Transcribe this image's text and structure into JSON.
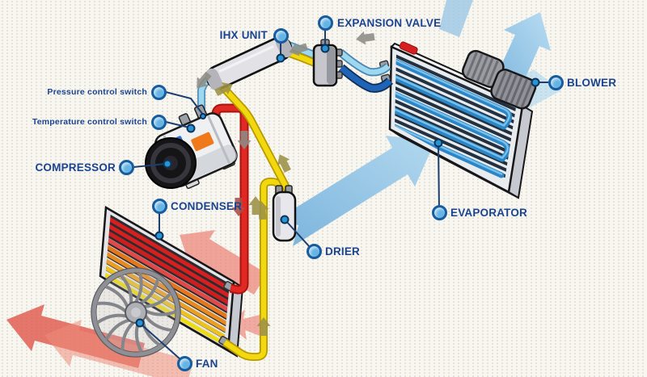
{
  "diagram": {
    "name": "Automotive air-conditioning refrigeration cycle diagram",
    "components": [
      {
        "id": "ihx-unit",
        "label": "IHX UNIT"
      },
      {
        "id": "expansion-valve",
        "label": "EXPANSION VALVE"
      },
      {
        "id": "blower",
        "label": "BLOWER"
      },
      {
        "id": "evaporator",
        "label": "EVAPORATOR"
      },
      {
        "id": "condenser",
        "label": "CONDENSER"
      },
      {
        "id": "compressor",
        "label": "COMPRESSOR"
      },
      {
        "id": "drier",
        "label": "DRIER"
      },
      {
        "id": "fan",
        "label": "FAN"
      },
      {
        "id": "pressure-switch",
        "label": "Pressure control switch"
      },
      {
        "id": "temperature-switch",
        "label": "Temperature control switch"
      }
    ],
    "colors": {
      "label_text": "#1b4490",
      "marker_fill": "#66b4e4",
      "marker_border": "#175c9e",
      "hot_gas_pipe": "#e12823",
      "liquid_pipe": "#f2d90f",
      "suction_pipe": "#9ed8f0",
      "evaporator_pipe": "#2064b8",
      "cold_airflow_arrow": "#8cc2e4",
      "hot_airflow_arrow": "#e4766a",
      "condenser_tube_hot": "#d81f1f",
      "condenser_tube_warm": "#e8891e",
      "condenser_tube_cool": "#efdc0e"
    }
  }
}
